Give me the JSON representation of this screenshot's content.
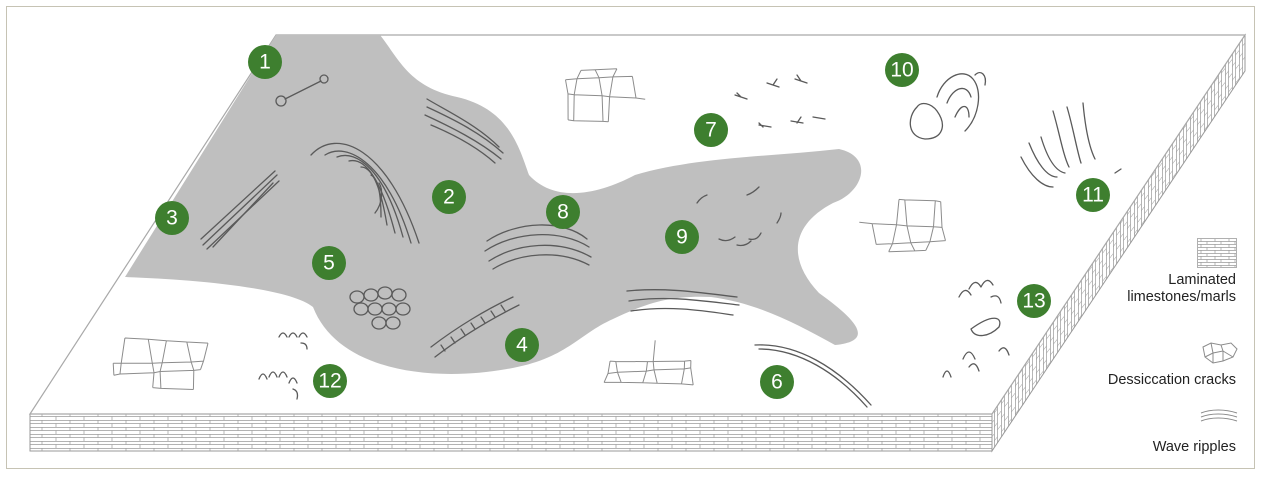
{
  "markers": [
    "1",
    "2",
    "3",
    "4",
    "5",
    "6",
    "7",
    "8",
    "9",
    "10",
    "11",
    "12",
    "13"
  ],
  "legend": {
    "laminated": "Laminated limestones/marls",
    "cracks": "Dessiccation cracks",
    "ripples": "Wave ripples"
  },
  "colors": {
    "marker": "#3e7f2f",
    "shallow_water": "#bfbfbf",
    "surface": "#ffffff",
    "bedding": "#a9a9a9"
  }
}
